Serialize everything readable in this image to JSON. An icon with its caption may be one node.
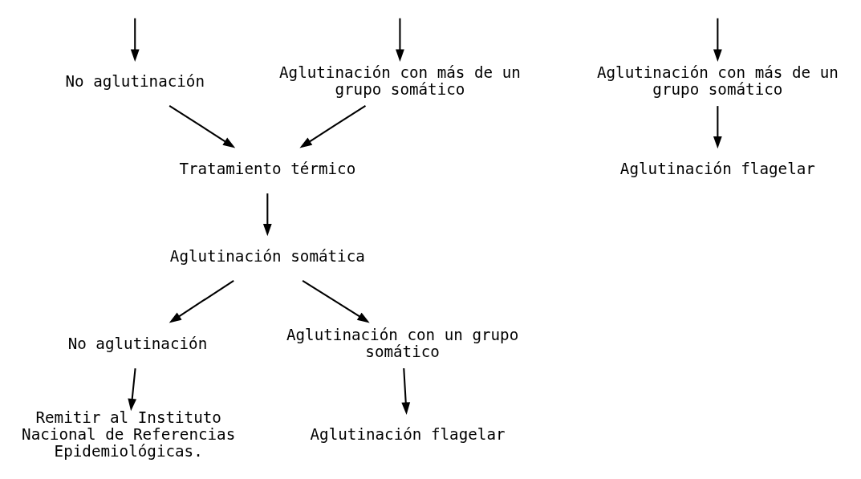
{
  "diagram": {
    "nodes": [
      {
        "text": [
          "No aglutinación"
        ]
      },
      {
        "text": [
          "Aglutinación con más de un grupo somático"
        ]
      },
      {
        "text": [
          "Aglutinación con más de un grupo somático"
        ]
      },
      {
        "text": [
          "Aglutinación flagelar"
        ]
      },
      {
        "text": [
          "Tratamiento térmico"
        ]
      },
      {
        "text": [
          "Aglutinación somática"
        ]
      },
      {
        "text": [
          "No aglutinación"
        ]
      },
      {
        "text": [
          "Aglutinación con un grupo somático"
        ]
      },
      {
        "text": [
          "Remitir al Instituto Nacional de Referencias Epidemiológicas."
        ]
      },
      {
        "text": [
          "Aglutinación flagelar"
        ]
      }
    ],
    "edges": [
      {
        "from": null,
        "to": 0,
        "arrow": "to"
      },
      {
        "from": null,
        "to": 1,
        "arrow": "to"
      },
      {
        "from": null,
        "to": 2,
        "arrow": "to"
      },
      {
        "from": 2,
        "to": 3,
        "arrow": "to"
      },
      {
        "from": 0,
        "to": 4,
        "arrow": "to"
      },
      {
        "from": 1,
        "to": 4,
        "arrow": "to"
      },
      {
        "from": 4,
        "to": 5,
        "arrow": "to"
      },
      {
        "from": 5,
        "to": 6,
        "arrow": "to"
      },
      {
        "from": 5,
        "to": 7,
        "arrow": "to"
      },
      {
        "from": 6,
        "to": 8,
        "arrow": "to"
      },
      {
        "from": 7,
        "to": 9,
        "arrow": "to"
      }
    ]
  }
}
